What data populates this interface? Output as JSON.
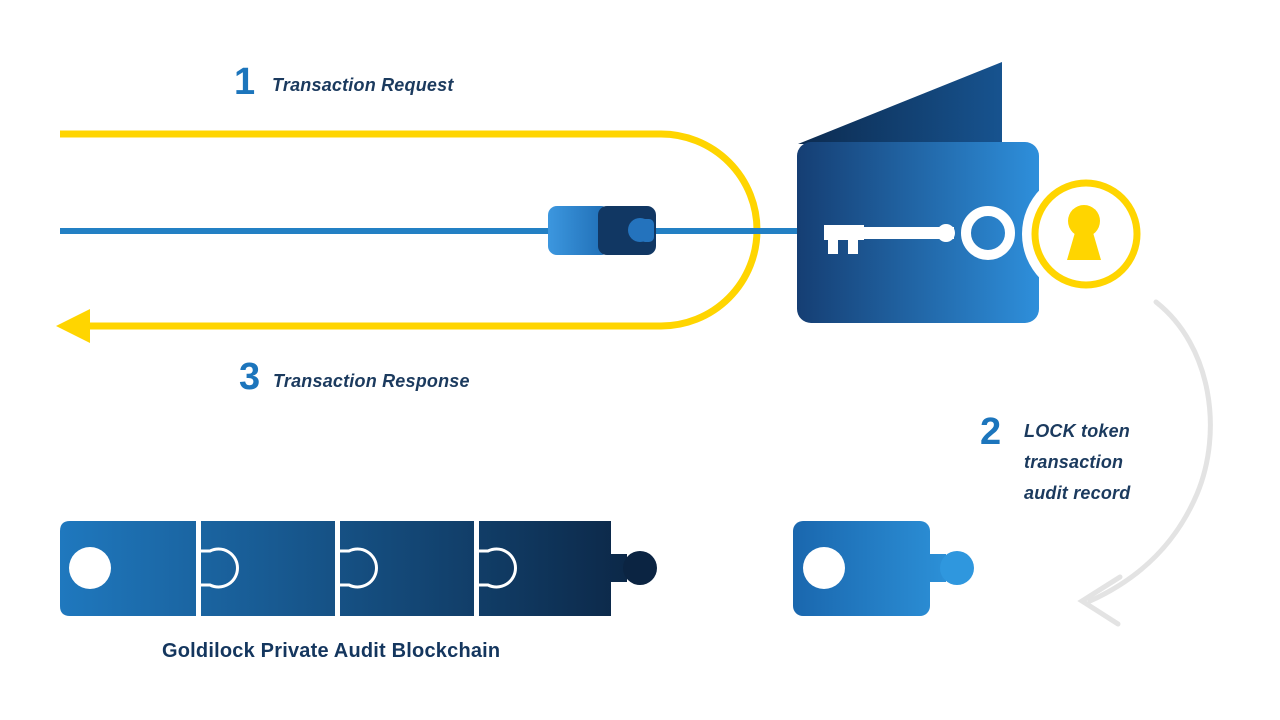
{
  "steps": {
    "request": {
      "number": "1",
      "label": "Transaction Request"
    },
    "audit": {
      "number": "2",
      "lines": [
        "LOCK token",
        "transaction",
        "audit record"
      ]
    },
    "response": {
      "number": "3",
      "label": "Transaction Response"
    }
  },
  "caption": "Goldilock Private Audit Blockchain",
  "icons": {
    "wallet": "wallet-with-key-icon",
    "keyhole": "yellow-keyhole-badge-icon",
    "connector": "token-connector-icon",
    "blockchain": "puzzle-chain-icon",
    "token": "lock-token-puzzle-piece-icon",
    "audit_arrow": "curved-audit-arrow-icon"
  },
  "colors": {
    "accent_blue": "#1C75BC",
    "label_navy": "#1B3A5E",
    "caption_navy": "#14365E",
    "yellow": "#FFD500",
    "line_blue": "#2380C4",
    "wallet_dark_navy": "#0C2B50",
    "wallet_blue": "#2E8FDB",
    "chain_light_blue": "#1F78BE",
    "chain_dark_navy": "#0B2442",
    "arrow_gray": "#E3E3E3"
  }
}
